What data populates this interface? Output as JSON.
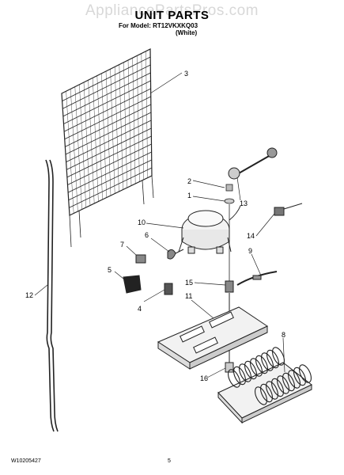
{
  "watermark": "AppliancePartsPros.com",
  "header": {
    "title": "UNIT PARTS",
    "model_line": "For Model: RT12VKXKQ03",
    "color_line": "(White)"
  },
  "footer": {
    "doc_number": "W10205427",
    "page_number": "5"
  },
  "callouts": {
    "c1": "1",
    "c2": "2",
    "c3": "3",
    "c4": "4",
    "c5": "5",
    "c6": "6",
    "c7": "7",
    "c8": "8",
    "c9": "9",
    "c10": "10",
    "c11": "11",
    "c12": "12",
    "c13": "13",
    "c14": "14",
    "c15": "15",
    "c16": "16"
  }
}
